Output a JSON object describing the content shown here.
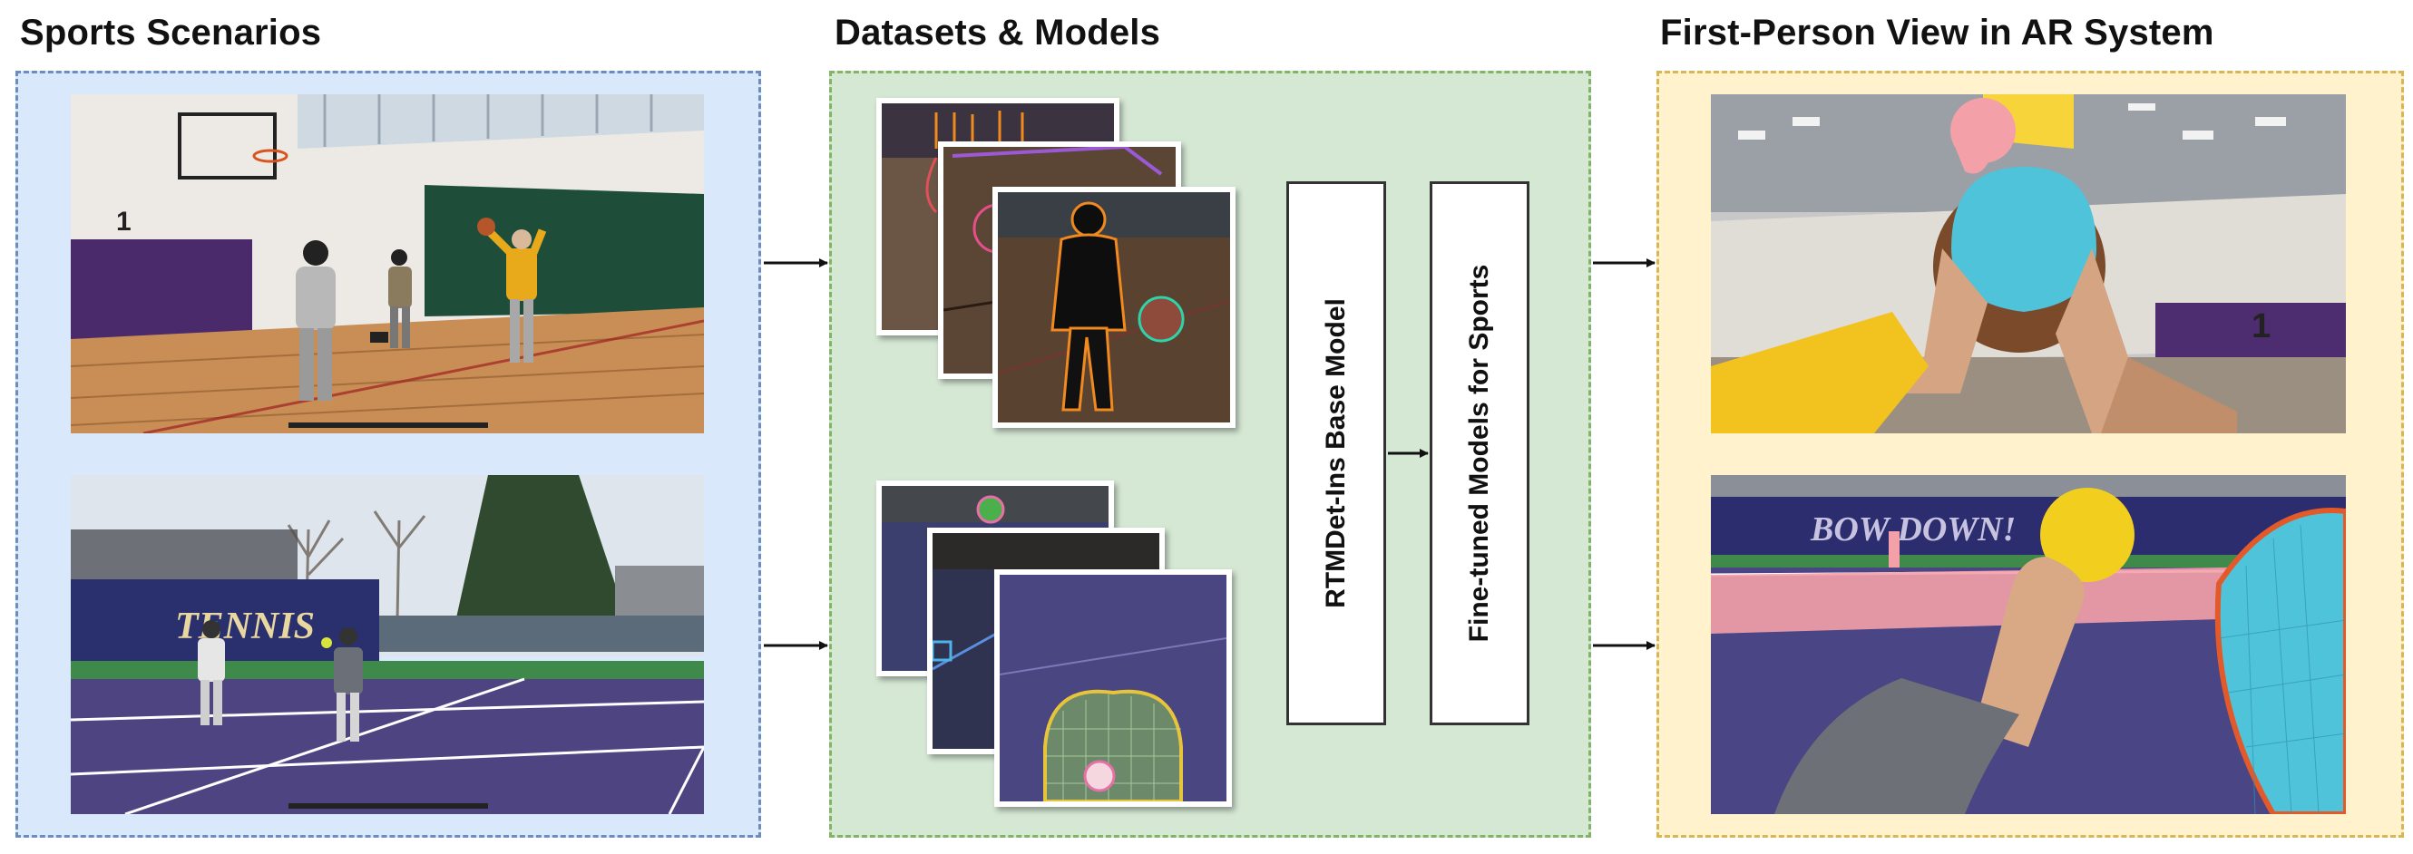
{
  "titles": {
    "left": "Sports Scenarios",
    "middle": "Datasets & Models",
    "right": "First-Person View in AR System"
  },
  "models": {
    "base": "RTMDet-Ins Base Model",
    "finetuned": "Fine-tuned Models for Sports"
  },
  "scene_text": {
    "court_number": "1",
    "tennis_banner": "TENNIS",
    "ar_court_number": "1",
    "ar_banner": "BOW DOWN!"
  },
  "colors": {
    "panel_blue": "#dae8fc",
    "panel_green": "#d5e8d4",
    "panel_yellow": "#fff2cc",
    "mask_cyan": "#4fc3d9",
    "mask_pink": "#f4a0a8",
    "mask_yellow": "#f7d43a"
  }
}
